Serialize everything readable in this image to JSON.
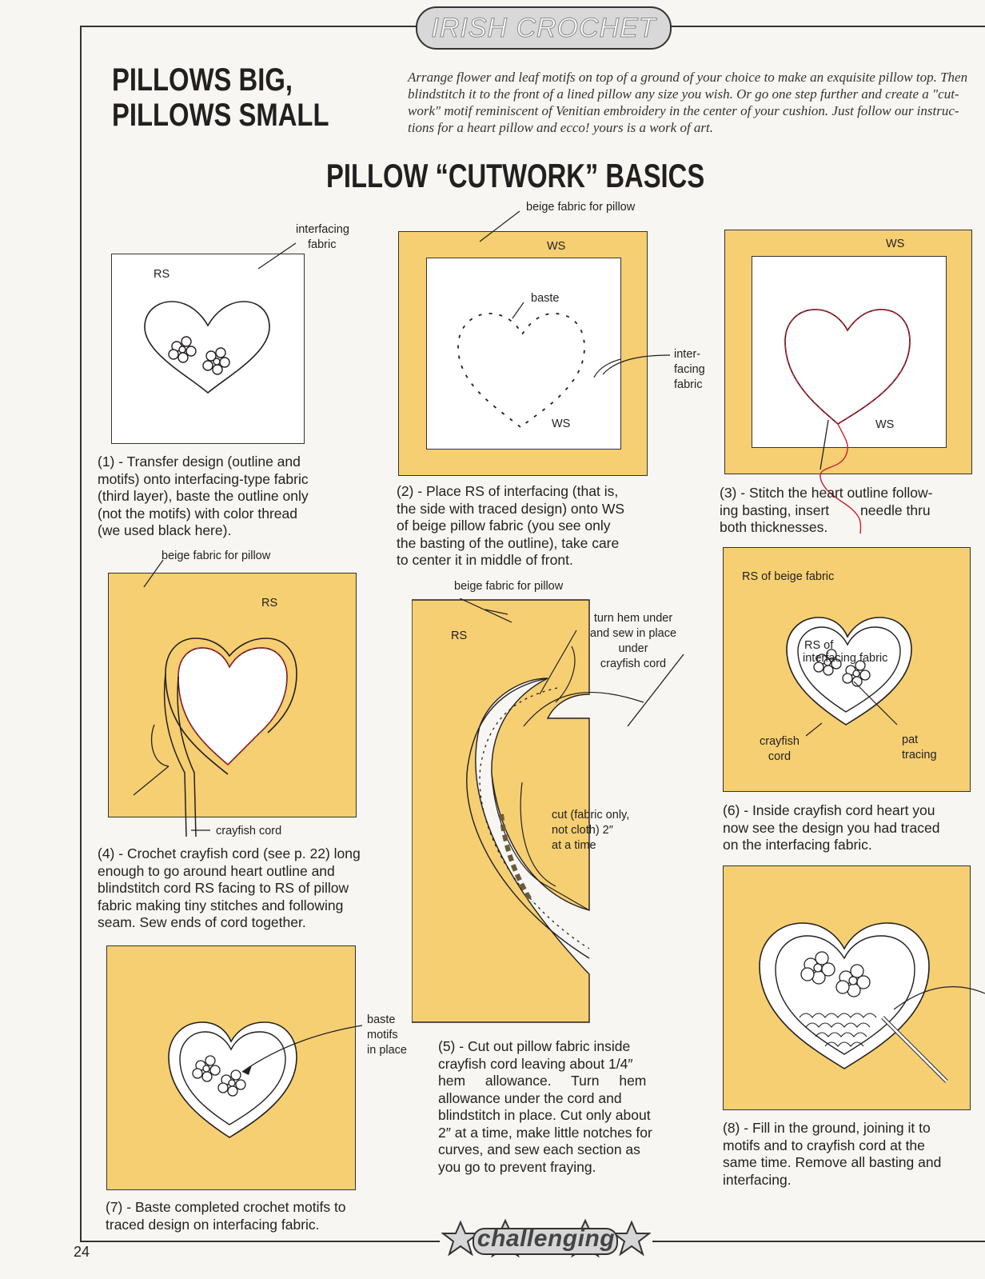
{
  "header": {
    "badge": "IRISH CROCHET"
  },
  "title": {
    "line1": "PILLOWS BIG,",
    "line2": "PILLOWS SMALL"
  },
  "intro": {
    "line1": "Arrange flower and leaf motifs on top of a ground of your choice to make an exquisite pillow top. Then",
    "line2": "blindstitch it to the front of a lined pillow any size you wish. Or go one step further and create a \"cut-",
    "line3": "work\" motif reminiscent of Venitian embroidery in the center of your cushion. Just follow our instruc-",
    "line4": "tions for a heart pillow and ecco! yours is a work of art."
  },
  "section_title": "PILLOW “CUTWORK” BASICS",
  "steps": {
    "s1": {
      "labels": {
        "interfacing1": "interfacing",
        "interfacing2": "fabric",
        "rs": "RS"
      },
      "caption": [
        "(1) - Transfer design (outline and",
        "motifs) onto interfacing-type fabric",
        "(third layer), baste the outline only",
        "(not the motifs) with color thread",
        "(we used black here)."
      ]
    },
    "s2": {
      "labels": {
        "beige": "beige fabric for pillow",
        "ws_top": "WS",
        "baste": "baste",
        "inter1": "inter-",
        "inter2": "facing",
        "inter3": "fabric",
        "ws_bottom": "WS"
      },
      "caption": [
        "(2) - Place RS of interfacing (that is,",
        "the side with traced design) onto WS",
        "of beige pillow fabric (you see only",
        "the basting of the outline), take care",
        "to center it in middle of front."
      ]
    },
    "s3": {
      "labels": {
        "ws_top": "WS",
        "ws_bottom": "WS"
      },
      "caption": [
        "(3) - Stitch the heart outline follow-",
        "ing basting, insert        needle thru",
        "both thicknesses."
      ]
    },
    "s4": {
      "labels": {
        "beige": "beige fabric for pillow",
        "rs": "RS",
        "cord": "crayfish cord"
      },
      "caption": [
        "(4) - Crochet crayfish cord (see p. 22) long",
        "enough to go around heart outline and",
        "blindstitch cord RS facing to RS of pillow",
        "fabric making tiny stitches and following",
        "seam.  Sew ends of cord together."
      ]
    },
    "s5": {
      "labels": {
        "beige": "beige fabric for pillow",
        "rs": "RS",
        "turn1": "turn hem under",
        "turn2": "and sew in place",
        "turn3": "under",
        "turn4": "crayfish cord",
        "cut1": "cut (fabric only,",
        "cut2": "not cloth) 2″",
        "cut3": "at a time"
      },
      "caption": [
        "(5) - Cut out pillow fabric inside",
        "crayfish cord leaving about 1/4″",
        "hem allowance. Turn hem",
        "allowance under the cord and",
        "blindstitch in place. Cut only about",
        "2″ at a time, make little notches for",
        "curves, and sew each section as",
        "you go to prevent fraying."
      ]
    },
    "s6": {
      "labels": {
        "rs_beige": "RS of beige fabric",
        "rs_of": "RS of",
        "interfacing": "interfacing fabric",
        "cray1": "crayfish",
        "cray2": "cord",
        "pat1": "pat",
        "pat2": "tracing"
      },
      "caption": [
        "(6) - Inside crayfish cord heart you",
        "now see the design you had traced",
        "on the interfacing fabric."
      ]
    },
    "s7": {
      "labels": {
        "baste1": "baste",
        "baste2": "motifs",
        "baste3": "in place"
      },
      "caption": [
        "(7) - Baste completed crochet motifs to",
        "traced design on interfacing fabric."
      ]
    },
    "s8": {
      "caption": [
        "(8) - Fill in the ground, joining it to",
        "motifs and to crayfish cord at the",
        "same time. Remove all basting and",
        "interfacing."
      ]
    }
  },
  "footer": {
    "page": "24",
    "badge": "challenging"
  },
  "colors": {
    "beige": "#f5cf72",
    "red_thread": "#c8202a",
    "ink": "#231f20"
  }
}
